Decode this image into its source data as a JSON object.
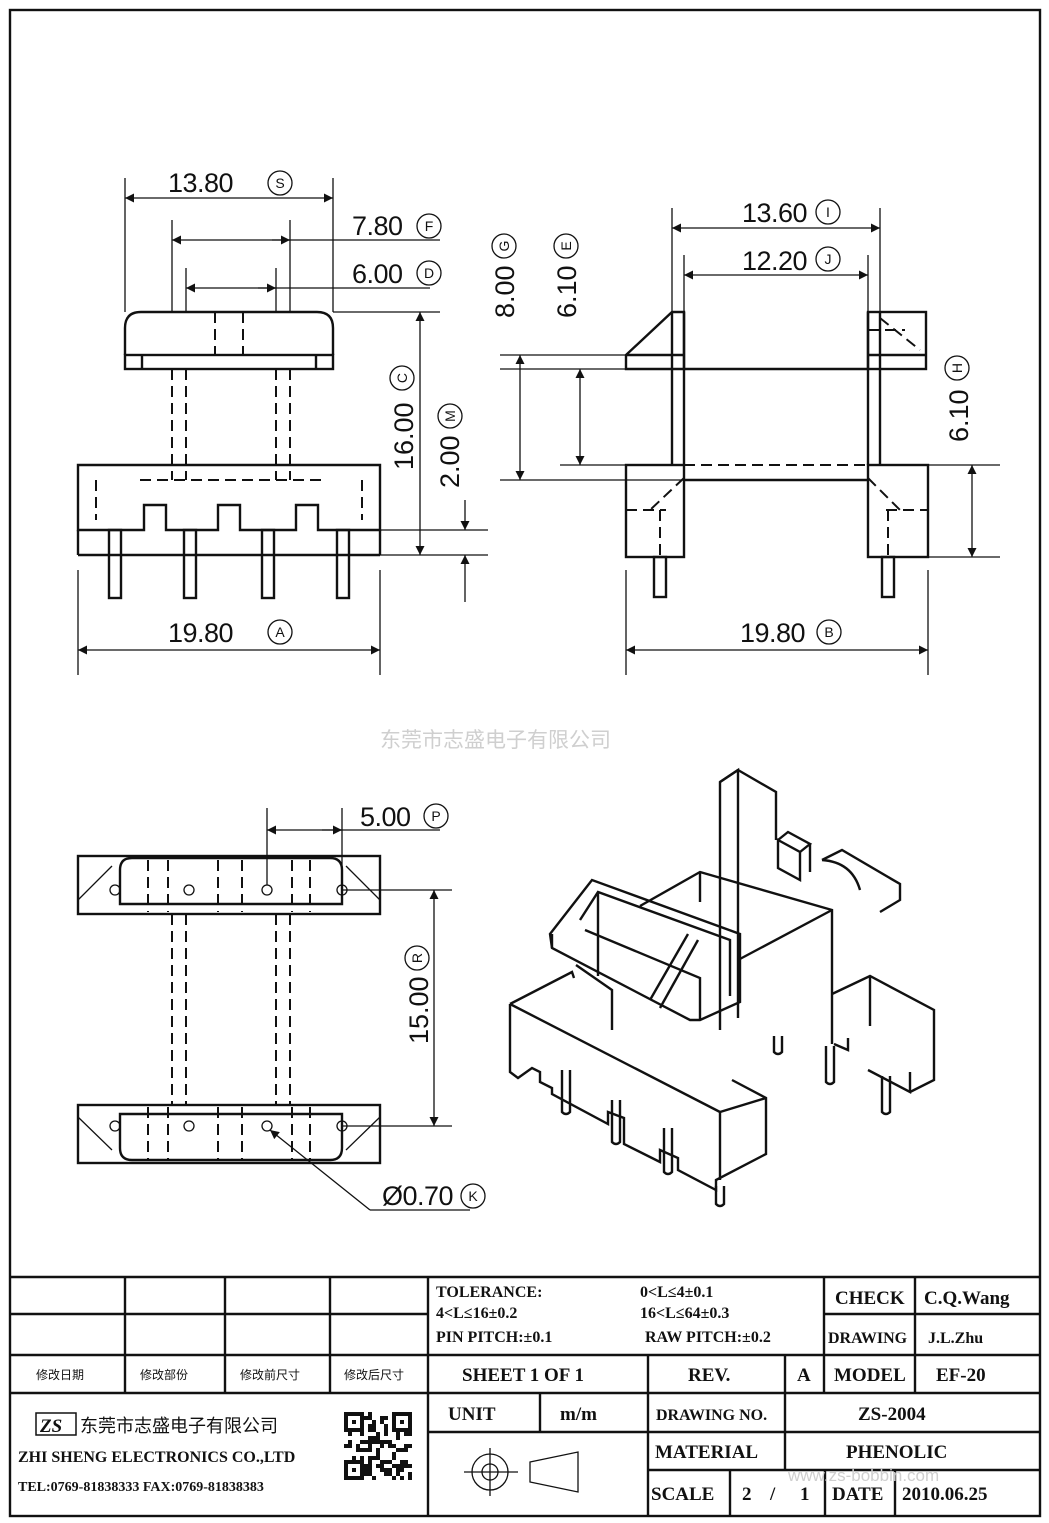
{
  "company": {
    "name_cn": "东莞市志盛电子有限公司",
    "logo_text": "ZS",
    "name_en": "ZHI SHENG ELECTRONICS CO.,LTD",
    "contact": "TEL:0769-81838333 FAX:0769-81838383"
  },
  "watermark": {
    "center": "东莞市志盛电子有限公司",
    "url": "www.zs-bobbin.com"
  },
  "dimensions": {
    "S": {
      "value": "13.80",
      "letter": "S"
    },
    "F": {
      "value": "7.80",
      "letter": "F"
    },
    "D": {
      "value": "6.00",
      "letter": "D"
    },
    "C": {
      "value": "16.00",
      "letter": "C"
    },
    "M": {
      "value": "2.00",
      "letter": "M"
    },
    "A": {
      "value": "19.80",
      "letter": "A"
    },
    "G": {
      "value": "8.00",
      "letter": "G"
    },
    "E": {
      "value": "6.10",
      "letter": "E"
    },
    "I": {
      "value": "13.60",
      "letter": "I"
    },
    "J": {
      "value": "12.20",
      "letter": "J"
    },
    "H": {
      "value": "6.10",
      "letter": "H"
    },
    "B": {
      "value": "19.80",
      "letter": "B"
    },
    "P": {
      "value": "5.00",
      "letter": "P"
    },
    "R": {
      "value": "15.00",
      "letter": "R"
    },
    "K": {
      "value": "Ø0.70",
      "letter": "K"
    }
  },
  "title_block": {
    "tolerance_label": "TOLERANCE:",
    "tol_1": "0<L≤4±0.1",
    "tol_2": "4<L≤16±0.2",
    "tol_3": "16<L≤64±0.3",
    "pin_pitch": "PIN PITCH:±0.1",
    "raw_pitch": "RAW PITCH:±0.2",
    "check_label": "CHECK",
    "check_value": "C.Q.Wang",
    "drawing_label": "DRAWING",
    "drawing_value": "J.L.Zhu",
    "rev_headers": [
      "修改日期",
      "修改部份",
      "修改前尺寸",
      "修改后尺寸"
    ],
    "sheet": "SHEET 1 OF 1",
    "rev_label": "REV.",
    "rev_value": "A",
    "model_label": "MODEL",
    "model_value": "EF-20",
    "unit_label": "UNIT",
    "unit_value": "m/m",
    "drawing_no_label": "DRAWING NO.",
    "drawing_no_value": "ZS-2004",
    "material_label": "MATERIAL",
    "material_value": "PHENOLIC",
    "scale_label": "SCALE",
    "scale_num": "2",
    "scale_sep": "/",
    "scale_den": "1",
    "date_label": "DATE",
    "date_value": "2010.06.25"
  }
}
